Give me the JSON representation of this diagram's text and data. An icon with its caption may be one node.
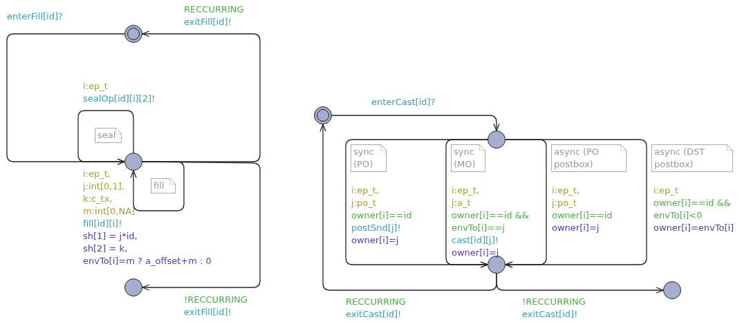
{
  "diagram": {
    "nodes": [
      {
        "text": [],
        "shape": "circle"
      },
      {
        "text": [],
        "shape": "circle"
      },
      {
        "text": [],
        "shape": "circle"
      },
      {
        "text": [
          "seal"
        ]
      },
      {
        "text": [
          "fill"
        ]
      },
      {
        "text": [],
        "shape": "circle"
      },
      {
        "text": [],
        "shape": "circle"
      },
      {
        "text": [],
        "shape": "circle"
      },
      {
        "text": [],
        "shape": "circle"
      },
      {
        "text": [
          "sync (PO)"
        ]
      },
      {
        "text": [
          "sync (MO)"
        ]
      },
      {
        "text": [
          "async (PO postbox)"
        ]
      },
      {
        "text": [
          "async (DST postbox)"
        ]
      }
    ],
    "edges": [
      {
        "from": 0,
        "to": 1,
        "arrow": "to"
      },
      {
        "from": 1,
        "to": 0,
        "arrow": "to"
      },
      {
        "from": 1,
        "to": 1,
        "arrow": "to"
      },
      {
        "from": 1,
        "to": 1,
        "arrow": "to"
      },
      {
        "from": 1,
        "to": 2,
        "arrow": "to"
      },
      {
        "from": 5,
        "to": 6,
        "arrow": "to"
      },
      {
        "from": 6,
        "to": 7,
        "arrow": "to"
      },
      {
        "from": 6,
        "to": 7,
        "arrow": "to"
      },
      {
        "from": 6,
        "to": 7,
        "arrow": "to"
      },
      {
        "from": 6,
        "to": 7,
        "arrow": "to"
      },
      {
        "from": 7,
        "to": 5,
        "arrow": "to"
      },
      {
        "from": 7,
        "to": 8,
        "arrow": "to"
      }
    ],
    "labels": [
      "enterFill[id]?",
      "RECCURRING",
      "exitFill[id]!",
      "i:ep_t",
      "sealOp[id][i][2]!",
      "i:ep_t,",
      "j:int[0,1],",
      "k:c_tx,",
      "m:int[0,NA]",
      "fill[id][i]!",
      "sh[1] = j*id,",
      "sh[2] = k,",
      "envTo[i]=m ? a_offset+m : 0",
      "!RECCURRING",
      "exitFill[id]!",
      "enterCast[id]?",
      "i:ep_t,",
      "j:po_t",
      "owner[i]==id",
      "postSnd[j]!",
      "owner[i]=j",
      "i:ep_t,",
      "j:a_t",
      "owner[i]==id &&",
      "envTo[i]==j",
      "cast[id][j]!",
      "owner[i]=j",
      "i:ep_t,",
      "j:po_t",
      "owner[i]==id",
      "owner[i]=j",
      "i:ep_t",
      "owner[i]==id &&",
      "envTo[i]<0",
      "owner[i]=envTo[i]",
      "RECCURRING",
      "exitCast[id]!",
      "!RECCURRING",
      "exitCast[id]!"
    ]
  }
}
